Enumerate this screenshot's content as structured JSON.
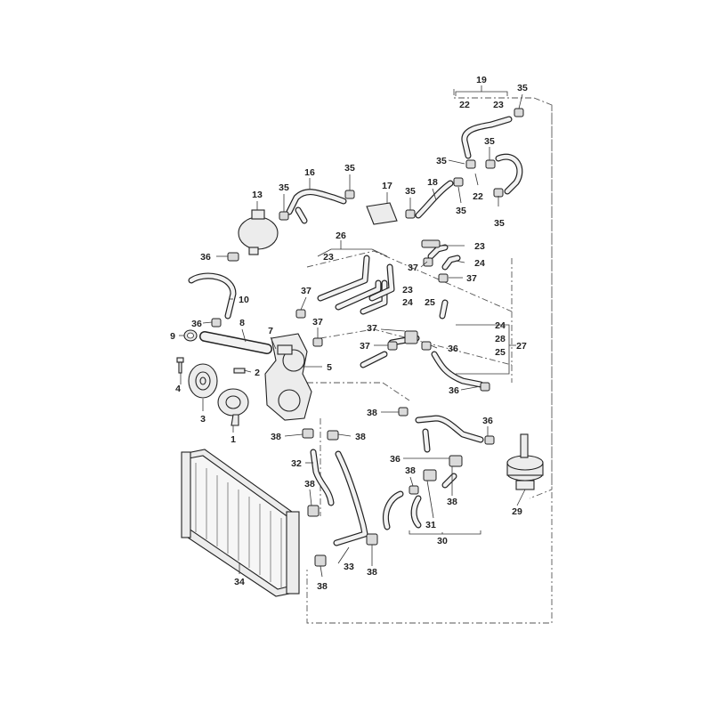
{
  "diagram": {
    "labels": [
      "1",
      "2",
      "3",
      "4",
      "5",
      "7",
      "8",
      "9",
      "10",
      "13",
      "16",
      "17",
      "18",
      "19",
      "22",
      "23",
      "24",
      "25",
      "26",
      "27",
      "28",
      "29",
      "30",
      "31",
      "32",
      "33",
      "34",
      "35",
      "36",
      "37",
      "38"
    ]
  }
}
